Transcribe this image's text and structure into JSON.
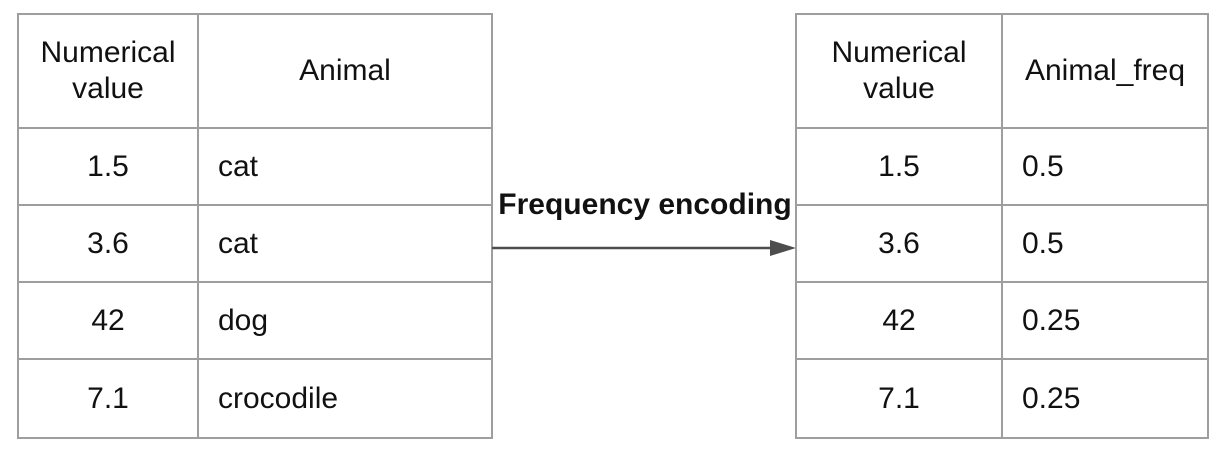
{
  "transform": {
    "label": "Frequency encoding"
  },
  "left_table": {
    "headers": [
      "Numerical value",
      "Animal"
    ],
    "rows": [
      [
        "1.5",
        "cat"
      ],
      [
        "3.6",
        "cat"
      ],
      [
        "42",
        "dog"
      ],
      [
        "7.1",
        "crocodile"
      ]
    ]
  },
  "right_table": {
    "headers": [
      "Numerical value",
      "Animal_freq"
    ],
    "rows": [
      [
        "1.5",
        "0.5"
      ],
      [
        "3.6",
        "0.5"
      ],
      [
        "42",
        "0.25"
      ],
      [
        "7.1",
        "0.25"
      ]
    ]
  },
  "colors": {
    "background": "#ffffff",
    "table_border": "#9e9e9e",
    "arrow": "#4d4d4d",
    "text": "#111111"
  }
}
